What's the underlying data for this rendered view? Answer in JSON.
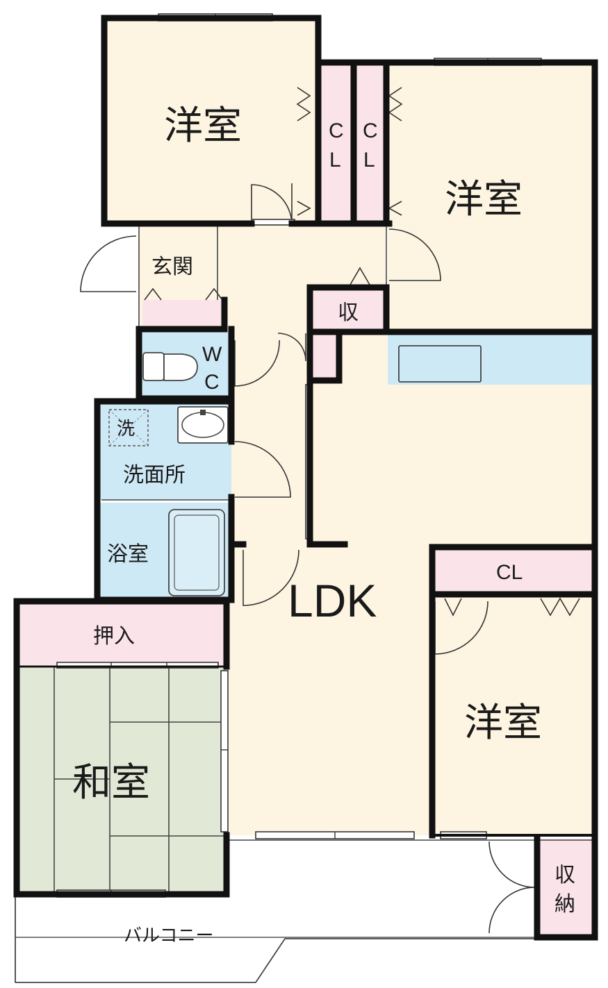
{
  "colors": {
    "bedroom": "#fdf5e2",
    "ldk": "#fdf5e2",
    "closet": "#fbe3ea",
    "wet_area": "#cde9f5",
    "tatami": "#e2e8d6",
    "wall": "#111111"
  },
  "rooms": {
    "bedroom_nw": "洋室",
    "bedroom_ne": "洋室",
    "bedroom_se": "洋室",
    "genkan": "玄関",
    "storage_small": "収",
    "wc_top": "W",
    "wc_bottom": "C",
    "washer": "洗",
    "washroom": "洗面所",
    "bathroom": "浴室",
    "ldk": "LDK",
    "oshiire": "押入",
    "washitsu": "和室",
    "balcony": "バルコニー",
    "balcony_storage_top": "収",
    "balcony_storage_bottom": "納",
    "closet_v1_top": "C",
    "closet_v1_bottom": "L",
    "closet_v2_top": "C",
    "closet_v2_bottom": "L",
    "closet_se": "CL"
  }
}
